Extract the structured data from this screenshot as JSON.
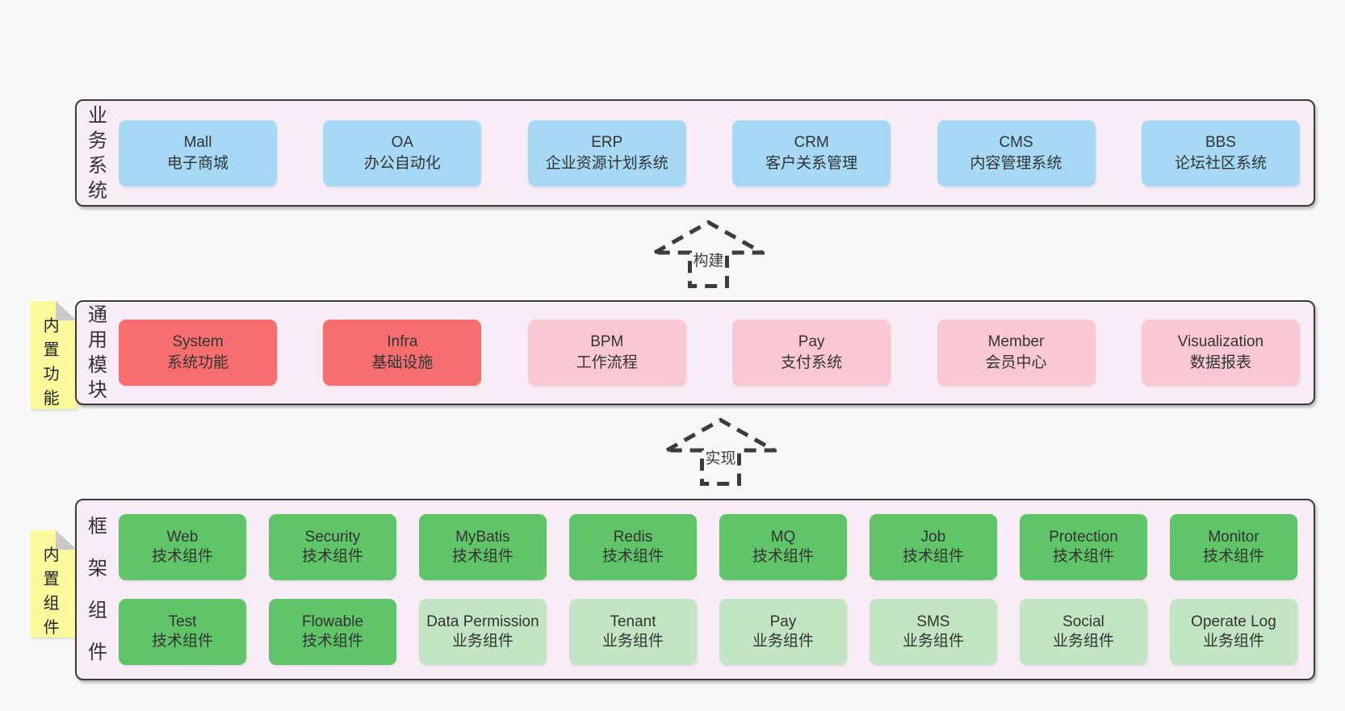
{
  "sections": {
    "business": {
      "label": "业务系统",
      "items": [
        {
          "en": "Mall",
          "zh": "电子商城",
          "color": "blue"
        },
        {
          "en": "OA",
          "zh": "办公自动化",
          "color": "blue"
        },
        {
          "en": "ERP",
          "zh": "企业资源计划系统",
          "color": "blue"
        },
        {
          "en": "CRM",
          "zh": "客户关系管理",
          "color": "blue"
        },
        {
          "en": "CMS",
          "zh": "内容管理系统",
          "color": "blue"
        },
        {
          "en": "BBS",
          "zh": "论坛社区系统",
          "color": "blue"
        }
      ]
    },
    "modules": {
      "note": "内置功能",
      "label": "通用模块",
      "items": [
        {
          "en": "System",
          "zh": "系统功能",
          "color": "red"
        },
        {
          "en": "Infra",
          "zh": "基础设施",
          "color": "red"
        },
        {
          "en": "BPM",
          "zh": "工作流程",
          "color": "pink"
        },
        {
          "en": "Pay",
          "zh": "支付系统",
          "color": "pink"
        },
        {
          "en": "Member",
          "zh": "会员中心",
          "color": "pink"
        },
        {
          "en": "Visualization",
          "zh": "数据报表",
          "color": "pink"
        }
      ]
    },
    "components": {
      "note": "内置组件",
      "label": "框架组件",
      "rows": [
        [
          {
            "en": "Web",
            "zh": "技术组件",
            "color": "green"
          },
          {
            "en": "Security",
            "zh": "技术组件",
            "color": "green"
          },
          {
            "en": "MyBatis",
            "zh": "技术组件",
            "color": "green"
          },
          {
            "en": "Redis",
            "zh": "技术组件",
            "color": "green"
          },
          {
            "en": "MQ",
            "zh": "技术组件",
            "color": "green"
          },
          {
            "en": "Job",
            "zh": "技术组件",
            "color": "green"
          },
          {
            "en": "Protection",
            "zh": "技术组件",
            "color": "green"
          },
          {
            "en": "Monitor",
            "zh": "技术组件",
            "color": "green"
          }
        ],
        [
          {
            "en": "Test",
            "zh": "技术组件",
            "color": "green"
          },
          {
            "en": "Flowable",
            "zh": "技术组件",
            "color": "green"
          },
          {
            "en": "Data Permission",
            "zh": "业务组件",
            "color": "green-light"
          },
          {
            "en": "Tenant",
            "zh": "业务组件",
            "color": "green-light"
          },
          {
            "en": "Pay",
            "zh": "业务组件",
            "color": "green-light"
          },
          {
            "en": "SMS",
            "zh": "业务组件",
            "color": "green-light"
          },
          {
            "en": "Social",
            "zh": "业务组件",
            "color": "green-light"
          },
          {
            "en": "Operate Log",
            "zh": "业务组件",
            "color": "green-light"
          }
        ]
      ]
    }
  },
  "arrows": [
    {
      "label": "构建"
    },
    {
      "label": "实现"
    }
  ],
  "colors": {
    "page_bg": "#f8f8f8",
    "band_bg": "#f8edf6",
    "band_border": "#3a3a3a",
    "blue": "#a6d9f4",
    "red": "#f66e6e",
    "pink": "#fac8d2",
    "green_dark": "#60c468",
    "green_light": "#c2e6c4",
    "note_yellow": "#fafa9d",
    "note_fold": "#c9c9c9",
    "text": "#333333"
  }
}
